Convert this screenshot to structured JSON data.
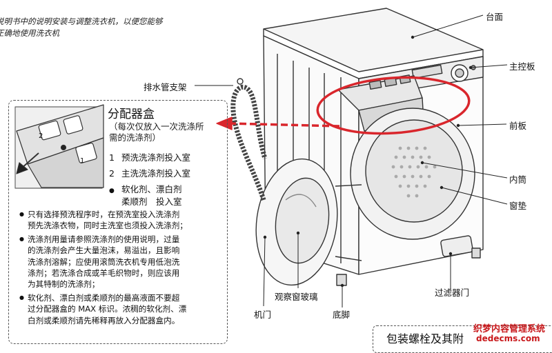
{
  "intro": {
    "line1": "说明书中的说明安装与调整洗衣机，以便您能够",
    "line2": "正确地使用洗衣机"
  },
  "labels": {
    "top_panel": "台面",
    "control_panel": "主控板",
    "drain_hose_bracket": "排水管支架",
    "front_panel": "前板",
    "inner_drum": "内筒",
    "door_seal": "窗垫",
    "filter_door": "过滤器门",
    "observation_glass": "观察窗玻璃",
    "door": "机门",
    "foot": "底脚"
  },
  "dispenser_panel": {
    "title": "分配器盒",
    "subtitle_line1": "（每次仅放入一次洗涤所",
    "subtitle_line2": "需的洗涤剂）",
    "tray_marks": {
      "left": "2",
      "right": "1"
    },
    "items": [
      {
        "marker": "1",
        "text": "预洗洗涤剂投入室"
      },
      {
        "marker": "2",
        "text": "主洗洗涤剂投入室"
      },
      {
        "marker": "●",
        "text": "软化剂、漂白剂",
        "text2": "柔顺剂　投入室"
      }
    ],
    "notes": [
      [
        "只有选择预洗程序时，在预洗室投入洗涤剂",
        "预先洗涤衣物，同时主洗室也须投入洗涤剂；"
      ],
      [
        "洗涤剂用量请参照洗涤剂的使用说明，过量",
        "的洗涤剂会产生大量泡沫，易溢出，且影响",
        "洗涤剂溶解；应使用滚筒洗衣机专用低泡洗",
        "涤剂；若洗涤合成或羊毛织物时，则应该用",
        "为其特制的洗涤剂；"
      ],
      [
        "软化剂、漂白剂或柔顺剂的最高液面不要超",
        "过分配器盒的 MAX 标识。浓稠的软化剂、漂",
        "白剂或柔顺剂请先稀释再放入分配器盒内。"
      ]
    ]
  },
  "bottom_box": {
    "title": "包装螺栓及其附"
  },
  "watermark": {
    "line1": "织梦内容管理系统",
    "line2": "dedecms.com"
  },
  "colors": {
    "highlight": "#d9262c",
    "line": "#333333"
  }
}
